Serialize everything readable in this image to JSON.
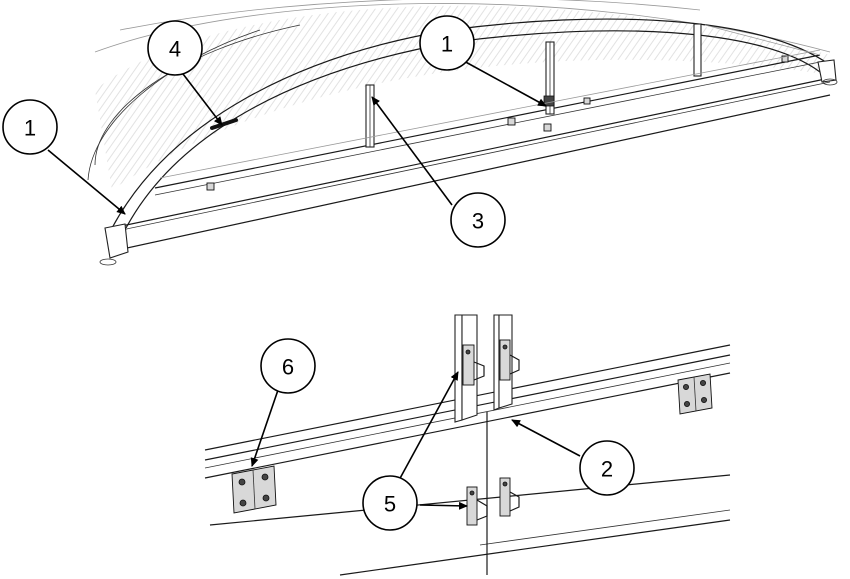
{
  "callouts": [
    {
      "id": "c1a",
      "label": "1"
    },
    {
      "id": "c4",
      "label": "4"
    },
    {
      "id": "c1b",
      "label": "1"
    },
    {
      "id": "c3",
      "label": "3"
    },
    {
      "id": "c6",
      "label": "6"
    },
    {
      "id": "c5",
      "label": "5"
    },
    {
      "id": "c2",
      "label": "2"
    }
  ],
  "colors": {
    "line": "#1a1a1a",
    "background": "#ffffff"
  }
}
